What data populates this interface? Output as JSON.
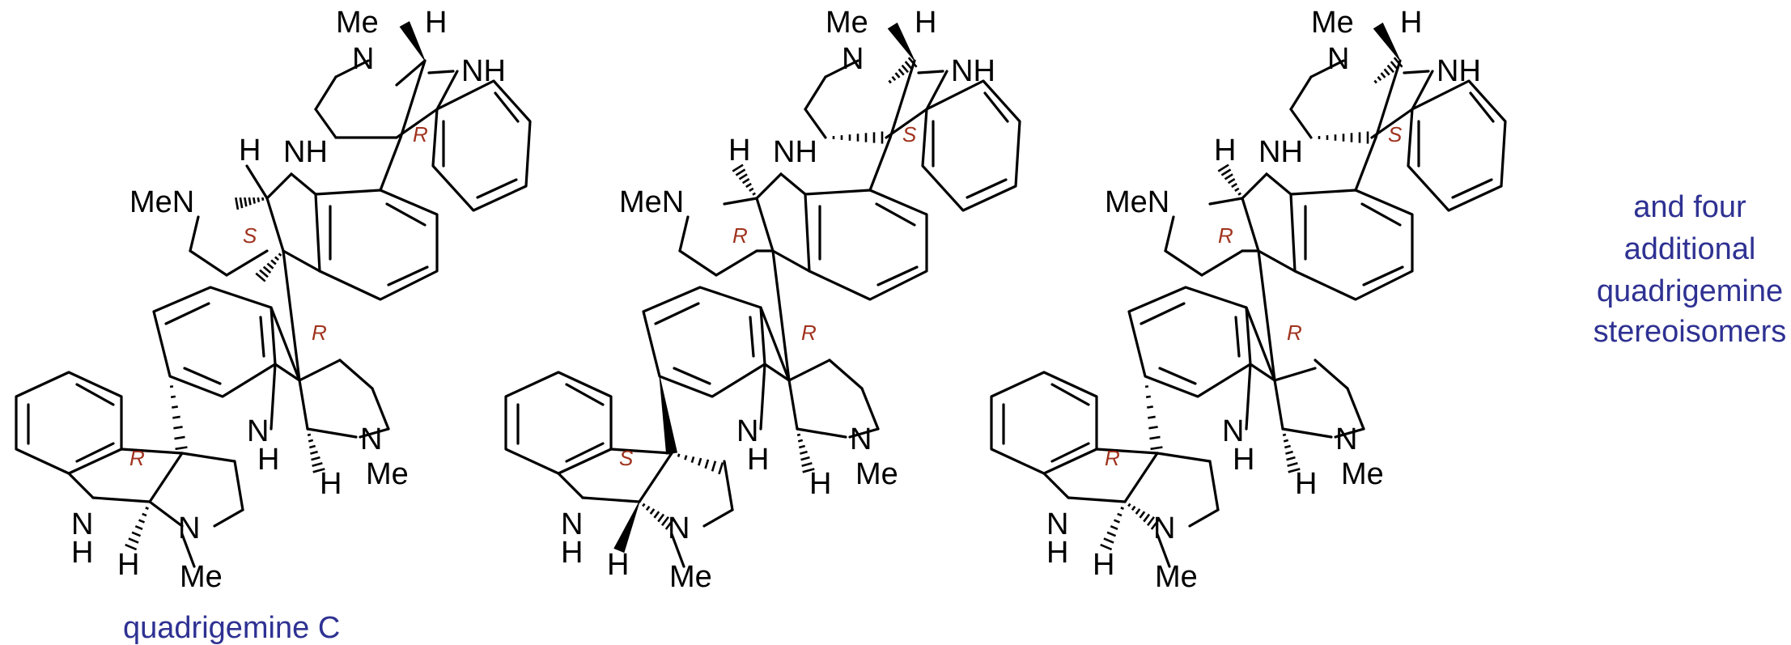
{
  "atom_labels": {
    "me": "Me",
    "h": "H",
    "nh": "NH",
    "men": "MeN",
    "n": "N"
  },
  "stereo_labels": {
    "r": "R",
    "s": "S"
  },
  "captions": {
    "compound_name": "quadrigemine C",
    "note_line1": "and four",
    "note_line2": "additional",
    "note_line3": "quadrigemine",
    "note_line4": "stereoisomers"
  },
  "colors": {
    "stereo_label": "#a0331e",
    "caption": "#2e3192",
    "bonds": "#000000"
  }
}
